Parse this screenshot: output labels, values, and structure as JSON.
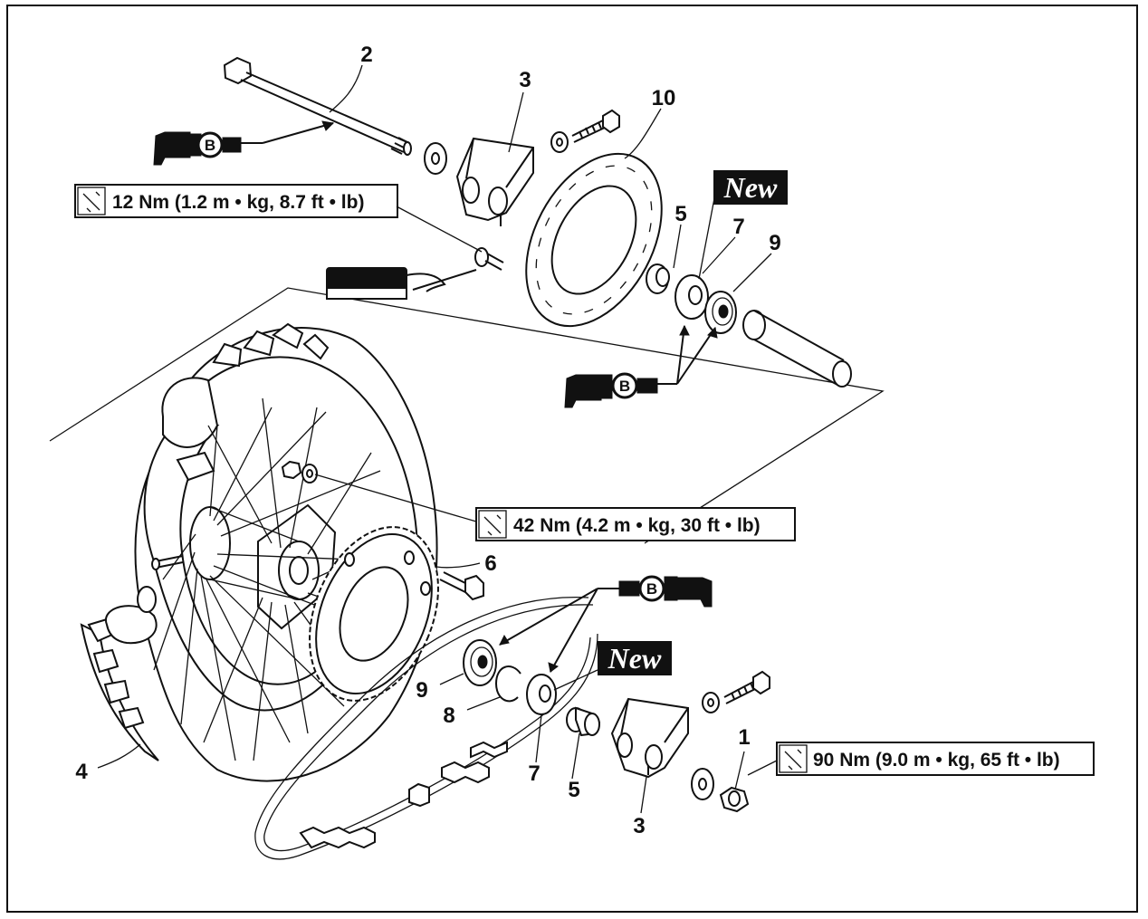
{
  "part_numbers": {
    "axle": "2",
    "adjuster_top": "3",
    "adjuster_bottom": "3",
    "brake_disc": "10",
    "collar_top": "5",
    "collar_bottom": "5",
    "oil_seal_top": "7",
    "oil_seal_bottom": "7",
    "bearing_top": "9",
    "bearing_bottom": "9",
    "sprocket": "6",
    "tire": "4",
    "circlip": "8",
    "axle_nut": "1"
  },
  "torque_specs": {
    "disc_bolt": "12 Nm (1.2 m • kg, 8.7 ft • lb)",
    "sprocket_nut": "42 Nm (4.2 m • kg, 30 ft • lb)",
    "axle_nut": "90 Nm (9.0 m • kg, 65 ft • lb)"
  },
  "new_labels": {
    "top": "New",
    "bottom": "New"
  },
  "grease_symbol": {
    "letter": "B"
  }
}
